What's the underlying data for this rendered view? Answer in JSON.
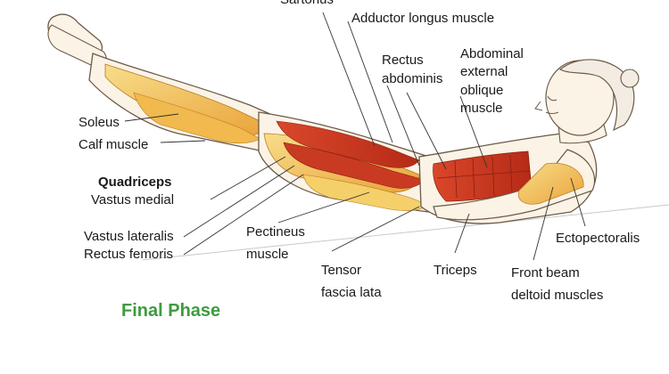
{
  "labels": {
    "sartorius": "Sartorius",
    "adductor_longus": "Adductor longus muscle",
    "rectus_abdominis_1": "Rectus",
    "rectus_abdominis_2": "abdominis",
    "abdominal_oblique_1": "Abdominal",
    "abdominal_oblique_2": "external",
    "abdominal_oblique_3": "oblique",
    "abdominal_oblique_4": "muscle",
    "soleus": "Soleus",
    "calf_muscle": "Calf muscle",
    "quadriceps": "Quadriceps",
    "vastus_medial": "Vastus medial",
    "vastus_lateralis": "Vastus lateralis",
    "rectus_femoris": "Rectus femoris",
    "pectineus_1": "Pectineus",
    "pectineus_2": "muscle",
    "tensor_1": "Tensor",
    "tensor_2": "fascia lata",
    "triceps": "Triceps",
    "front_beam_1": "Front beam",
    "front_beam_2": "deltoid muscles",
    "ectopectoralis": "Ectopectoralis"
  },
  "phase_title": "Final Phase",
  "colors": {
    "muscle_red": "#c8361e",
    "muscle_orange": "#e8a030",
    "muscle_yellow": "#f4cc5a",
    "skin": "#fbf3e6",
    "outline": "#6b5a48",
    "phase_green": "#3f9b3f"
  }
}
